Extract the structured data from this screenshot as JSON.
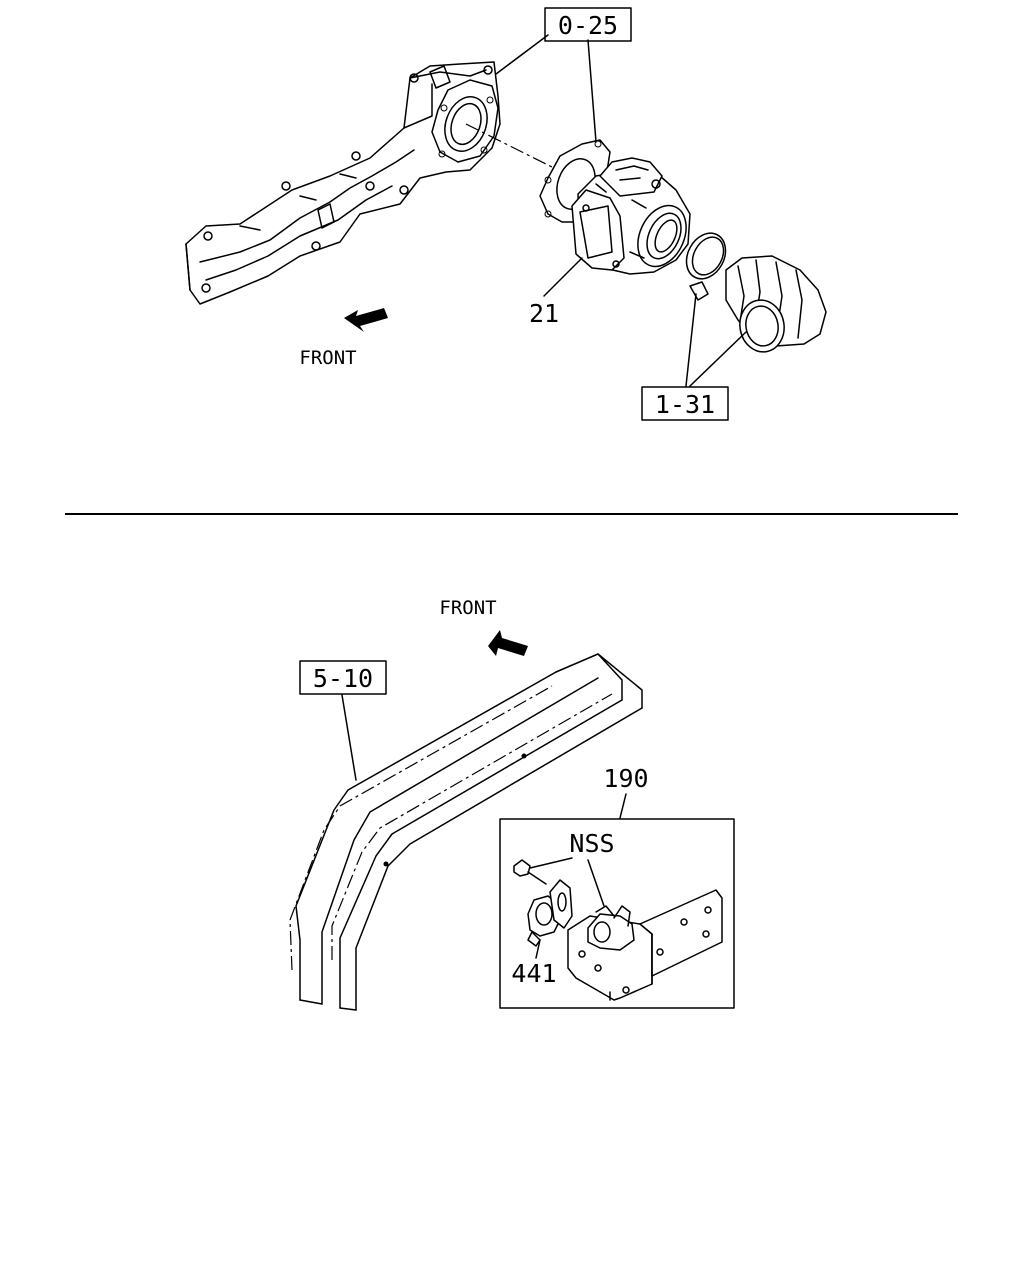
{
  "top_diagram": {
    "callouts": {
      "ref_0_25": "0-25",
      "part_21": "21",
      "ref_1_31": "1-31"
    },
    "front_label": "FRONT"
  },
  "bottom_diagram": {
    "callouts": {
      "ref_5_10": "5-10",
      "part_190": "190",
      "part_nss": "NSS",
      "part_441": "441"
    },
    "front_label": "FRONT"
  },
  "icons": {
    "front_arrow": "front-arrow-icon"
  }
}
